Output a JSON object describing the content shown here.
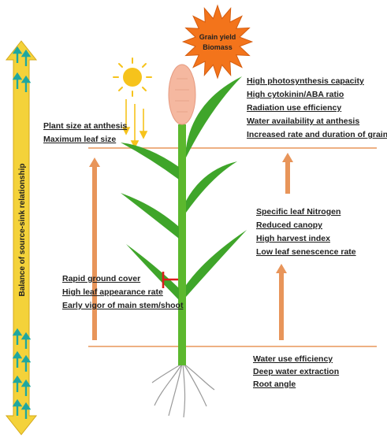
{
  "side_label": "Balance of source-sink relationship",
  "burst_lines": [
    "Grain yield",
    "Biomass"
  ],
  "groups": {
    "top_right": [
      "High photosynthesis capacity",
      "High cytokinin/ABA ratio",
      "Radiation use efficiency",
      "Water availability at anthesis",
      "Increased rate and duration of grain filling"
    ],
    "top_left": [
      "Plant size at anthesis",
      "Maximum leaf size"
    ],
    "mid_right": [
      "Specific leaf Nitrogen",
      "Reduced canopy",
      "High harvest index",
      "Low leaf senescence rate"
    ],
    "mid_left": [
      "Rapid ground cover",
      "High leaf appearance rate",
      "Early vigor of main stem/shoot"
    ],
    "bottom_right": [
      "Water use efficiency",
      "Deep water extraction",
      "Root angle"
    ]
  },
  "colors": {
    "stem": "#5cb82e",
    "leaf": "#3fa52a",
    "grain": "#f5b8a0",
    "orange": "#e8955a",
    "arrow_fill": "#f4d23a",
    "small_arrow": "#1fa7a0",
    "sun": "#f6c31c",
    "burst": "#f3741b",
    "inhibit": "#dd1d1d"
  }
}
